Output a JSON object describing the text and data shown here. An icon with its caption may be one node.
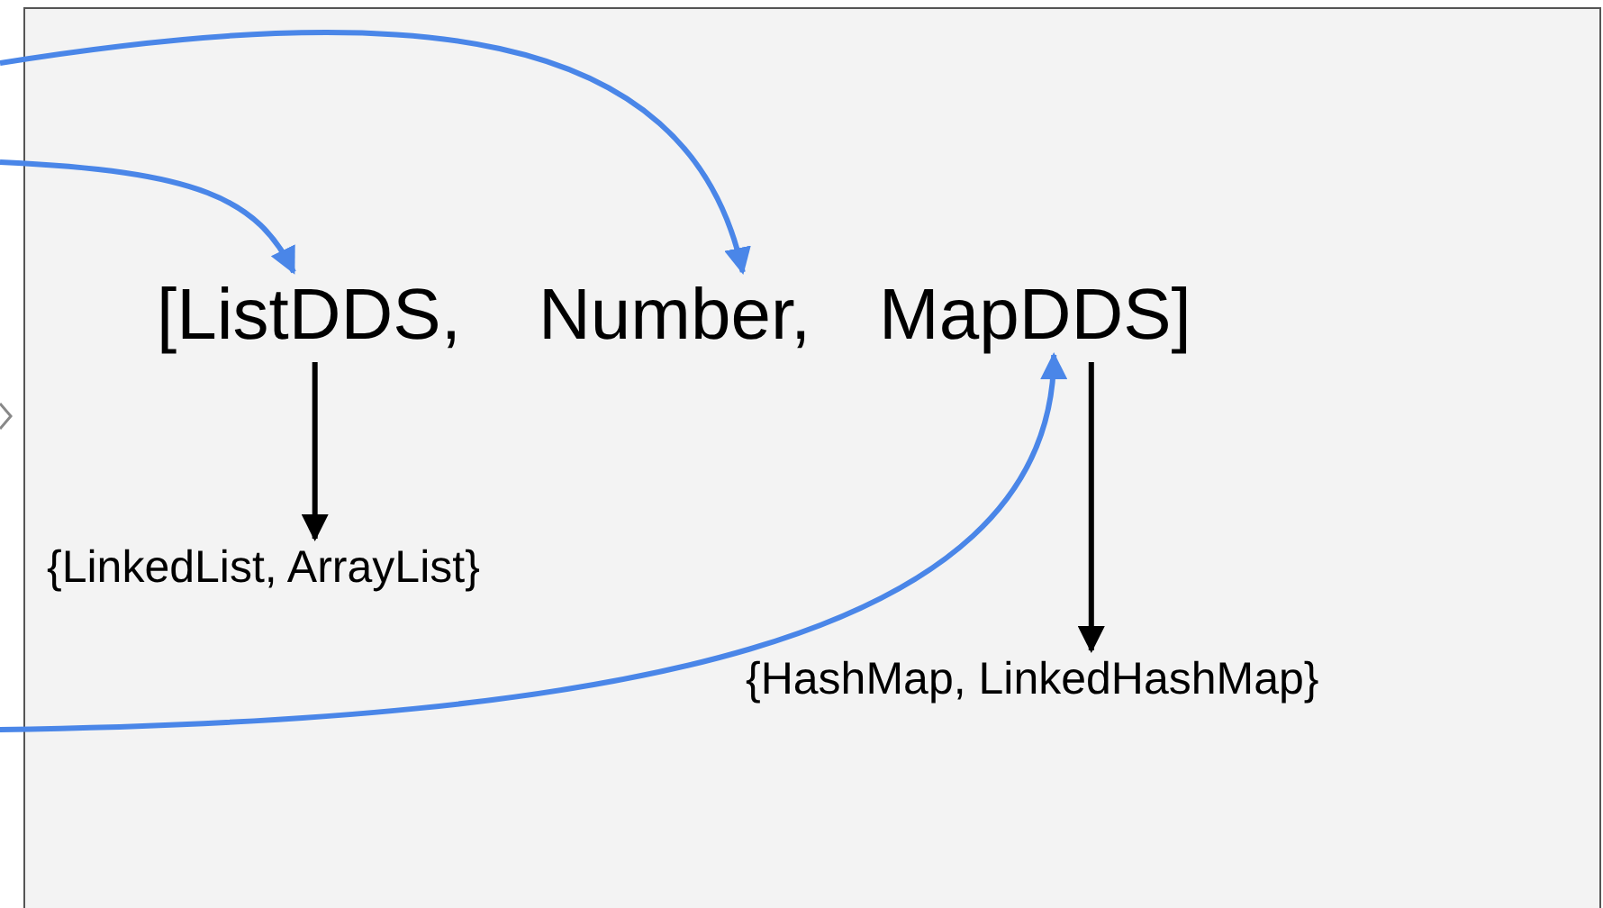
{
  "diagram": {
    "nodes": [
      {
        "text": [],
        "shape": "box"
      },
      {
        "text": [
          "[ListDDS,"
        ],
        "in": 0
      },
      {
        "text": [
          "Number,"
        ],
        "in": 0
      },
      {
        "text": [
          "MapDDS]"
        ],
        "in": 0
      },
      {
        "text": [
          "{LinkedList, ArrayList}"
        ],
        "in": 0
      },
      {
        "text": [
          "{HashMap, LinkedHashMap}"
        ],
        "in": 0
      }
    ],
    "edges": [
      {
        "from": null,
        "to": 2,
        "arrow": "to"
      },
      {
        "from": null,
        "to": 1,
        "arrow": "to"
      },
      {
        "from": null,
        "to": 3,
        "arrow": "to"
      },
      {
        "from": 1,
        "to": 4,
        "arrow": "to",
        "color": "#000000"
      },
      {
        "from": 3,
        "to": 5,
        "arrow": "to",
        "color": "#000000"
      }
    ]
  }
}
